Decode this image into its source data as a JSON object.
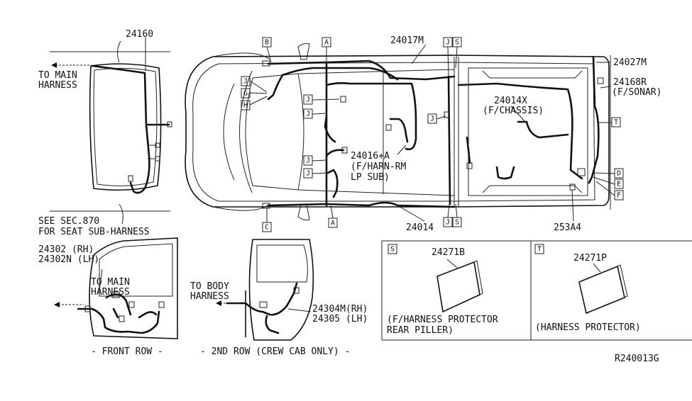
{
  "parts": {
    "rear_harness": "24160",
    "front_left_harness": "24017M",
    "rear_right": "24027M",
    "sonar": "24168R",
    "sonar_note": "(F/SONAR)",
    "chassis": "24014X",
    "chassis_note": "(F/CHASSIS)",
    "room_lamp": "24016+A",
    "room_lamp_note1": "(F/HARN-RM",
    "room_lamp_note2": "LP SUB)",
    "body": "24014",
    "connector": "253A4",
    "front_door_rh": "24302 (RH)",
    "front_door_lh": "24302N (LH)",
    "rear_door_rh": "24304M(RH)",
    "rear_door_lh": "24305 (LH)",
    "protector_s": "24271B",
    "protector_t": "24271P"
  },
  "notes": {
    "to_main_1": "TO MAIN",
    "to_main_2": "HARNESS",
    "see_sec_1": "SEE SEC.870",
    "see_sec_2": "FOR SEAT SUB-HARNESS",
    "door_to_main_1": "TO MAIN",
    "door_to_main_2": "HARNESS",
    "to_body_1": "TO BODY",
    "to_body_2": "HARNESS",
    "front_row": "- FRONT ROW -",
    "second_row": "- 2ND ROW (CREW CAB ONLY) -",
    "protector_s_1": "(F/HARNESS PROTECTOR",
    "protector_s_2": "REAR PILLER)",
    "protector_t_1": "(HARNESS PROTECTOR)",
    "ref_code": "R240013G"
  },
  "callouts": {
    "A": "A",
    "B": "B",
    "C": "C",
    "D": "D",
    "E": "E",
    "F": "F",
    "G": "G",
    "H": "H",
    "J": "J",
    "S": "S",
    "T": "T"
  }
}
